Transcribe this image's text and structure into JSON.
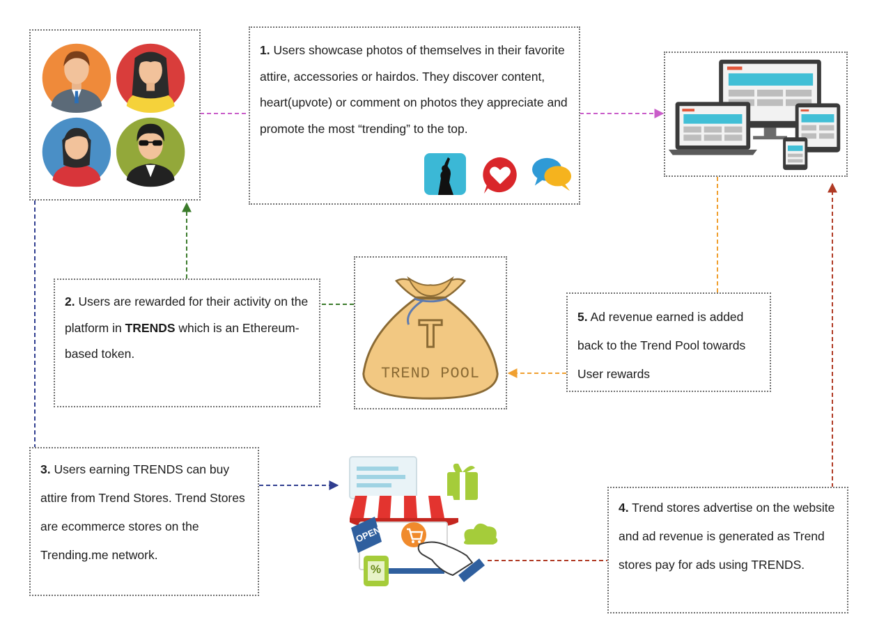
{
  "step1": {
    "num": "1.",
    "text": "Users showcase photos of themselves in their favorite attire, accessories or hairdos. They discover content, heart(upvote) or comment on photos they appreciate and promote the most “trending” to the top."
  },
  "step2": {
    "num": "2.",
    "text_before": "Users are rewarded for their activity on the platform in",
    "highlight": "TRENDS",
    "text_after": "which is an Ethereum-based token."
  },
  "step3": {
    "num": "3.",
    "text": "Users earning TRENDS can buy attire from Trend Stores. Trend Stores are ecommerce stores on the Trending.me network."
  },
  "step4": {
    "num": "4.",
    "text": "Trend stores advertise on the website and ad revenue is generated as Trend stores pay for ads using TRENDS."
  },
  "step5": {
    "num": "5.",
    "text": "Ad revenue earned is added back to the Trend Pool towards User rewards"
  },
  "pool": {
    "letter": "T",
    "label": "TREND POOL"
  },
  "store": {
    "open_sign": "OPEN",
    "percent": "%"
  },
  "icons": [
    "users-icon",
    "devices-icon",
    "photo-icon",
    "heart-icon",
    "comment-icon",
    "money-bag-icon",
    "store-icon"
  ],
  "colors": {
    "users_to_devices": "#c95dc9",
    "pool_to_users": "#3a7a2a",
    "users_to_store": "#2f3d8f",
    "store_to_devices": "#b03a24",
    "devices_to_pool": "#f0a030"
  }
}
